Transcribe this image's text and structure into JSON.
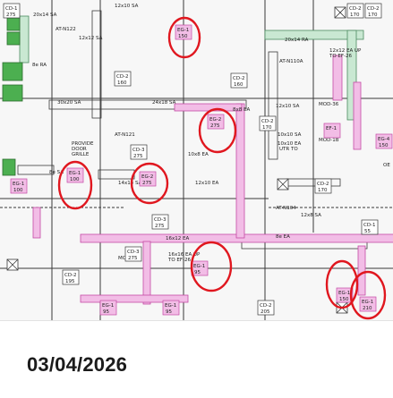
{
  "drawing": {
    "duct_labels": [
      "AT-N122",
      "12x12 SA",
      "20x14 SA",
      "8e RA",
      "12x10 SA",
      "20x14 RA",
      "12x12 EA UP",
      "TO EF-26",
      "AT-N110A",
      "24x18 SA",
      "30x20 SA",
      "AT-N121",
      "PROVIDE",
      "DOOR",
      "GRILLE",
      "14x14 SA",
      "12x10 EA",
      "10x8 EA",
      "8e SA",
      "8x8 EA",
      "16x12 EA",
      "16x16 EA UP",
      "TO EF-26",
      "MOD-22",
      "10x10 SA",
      "12x10 SA",
      "10x10 EA",
      "UTR TO",
      "MOD-1B",
      "MOD-36",
      "12x8 SA",
      "AT-N104",
      "AC-3",
      "8e EA",
      "OE"
    ],
    "cd_tags": [
      {
        "code": "CD-1",
        "cfm": "275"
      },
      {
        "code": "CD-2",
        "cfm": "170"
      },
      {
        "code": "CD-2",
        "cfm": "170"
      },
      {
        "code": "CD-2",
        "cfm": "160"
      },
      {
        "code": "CD-2",
        "cfm": "160"
      },
      {
        "code": "CD-3",
        "cfm": "275"
      },
      {
        "code": "CD-3",
        "cfm": "275"
      },
      {
        "code": "CD-3",
        "cfm": "275"
      },
      {
        "code": "CD-2",
        "cfm": "170"
      },
      {
        "code": "CD-2",
        "cfm": "170"
      },
      {
        "code": "CD-2",
        "cfm": "195"
      },
      {
        "code": "CD-2",
        "cfm": "205"
      },
      {
        "code": "CD-1",
        "cfm": "55"
      }
    ],
    "eg_tags": [
      {
        "code": "EG-1",
        "cfm": "150"
      },
      {
        "code": "EG-2",
        "cfm": "275"
      },
      {
        "code": "EG-2",
        "cfm": "275"
      },
      {
        "code": "EG-1",
        "cfm": "100"
      },
      {
        "code": "EG-1",
        "cfm": "100"
      },
      {
        "code": "EG-1",
        "cfm": "95"
      },
      {
        "code": "EG-1",
        "cfm": "95"
      },
      {
        "code": "EG-1",
        "cfm": "95"
      },
      {
        "code": "EG-1",
        "cfm": "150"
      },
      {
        "code": "EG-1",
        "cfm": "210"
      },
      {
        "code": "EG-4",
        "cfm": "150"
      },
      {
        "code": "EF-1",
        "cfm": ""
      }
    ],
    "colors": {
      "exhaust_duct": "#f2bde6",
      "exhaust_edge": "#c44aa4",
      "return_duct": "#c9e8d2",
      "equipment": "#4caf50",
      "highlight_circle": "#e0171f",
      "linework": "#3a3a3a"
    }
  },
  "footer": {
    "date": "03/04/2026"
  }
}
